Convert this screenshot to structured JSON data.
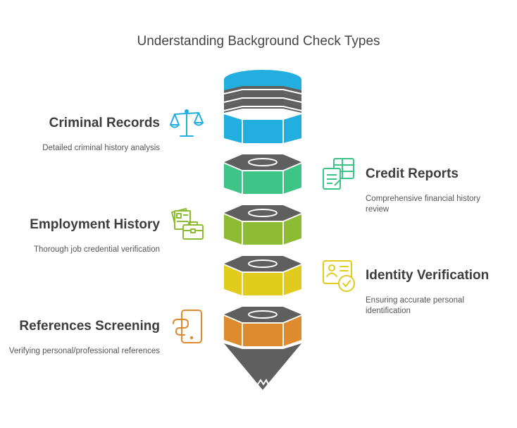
{
  "title": "Understanding Background Check Types",
  "colors": {
    "dark": "#5f5f5f",
    "blue": "#22aede",
    "green": "#3ec486",
    "olive": "#8dbb34",
    "yellow": "#e1cb1d",
    "orange": "#de8a2f"
  },
  "items": [
    {
      "key": "criminal",
      "title": "Criminal Records",
      "description": "Detailed criminal history analysis",
      "icon": "scales-icon",
      "color": "#22aede"
    },
    {
      "key": "credit",
      "title": "Credit Reports",
      "description": "Comprehensive financial history review",
      "icon": "spreadsheet-report-icon",
      "color": "#3ec486"
    },
    {
      "key": "employment",
      "title": "Employment History",
      "description": "Thorough job credential verification",
      "icon": "briefcase-documents-icon",
      "color": "#8dbb34"
    },
    {
      "key": "identity",
      "title": "Identity Verification",
      "description": "Ensuring accurate personal identification",
      "icon": "id-card-check-icon",
      "color": "#e1cb1d"
    },
    {
      "key": "references",
      "title": "References Screening",
      "description": "Verifying personal/professional references",
      "icon": "phone-call-icon",
      "color": "#de8a2f"
    }
  ]
}
